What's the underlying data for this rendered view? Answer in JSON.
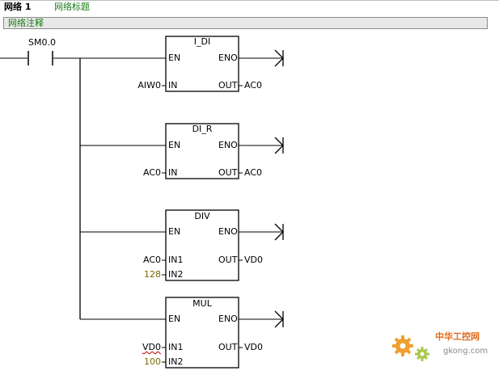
{
  "network": {
    "label": "网络 1",
    "title": "网络标题",
    "comment": "网络注释"
  },
  "contact": {
    "label": "SM0.0"
  },
  "blocks": [
    {
      "title": "I_DI",
      "en": "EN",
      "eno": "ENO",
      "inputs": [
        {
          "pin": "IN",
          "value": "AIW0",
          "is_constant": false
        }
      ],
      "out_pin": "OUT",
      "out_value": "AC0"
    },
    {
      "title": "DI_R",
      "en": "EN",
      "eno": "ENO",
      "inputs": [
        {
          "pin": "IN",
          "value": "AC0",
          "is_constant": false
        }
      ],
      "out_pin": "OUT",
      "out_value": "AC0"
    },
    {
      "title": "DIV",
      "en": "EN",
      "eno": "ENO",
      "inputs": [
        {
          "pin": "IN1",
          "value": "AC0",
          "is_constant": false
        },
        {
          "pin": "IN2",
          "value": "128",
          "is_constant": true
        }
      ],
      "out_pin": "OUT",
      "out_value": "VD0"
    },
    {
      "title": "MUL",
      "en": "EN",
      "eno": "ENO",
      "inputs": [
        {
          "pin": "IN1",
          "value": "VD0",
          "is_constant": false,
          "flagged": true
        },
        {
          "pin": "IN2",
          "value": "100",
          "is_constant": true
        }
      ],
      "out_pin": "OUT",
      "out_value": "VD0"
    }
  ],
  "watermark": {
    "cn": "中华工控网",
    "url": "gkong.com"
  },
  "colors": {
    "comment": "#1a7a1a",
    "constant": "#7a6a00",
    "watermark": "#e06a1a"
  }
}
